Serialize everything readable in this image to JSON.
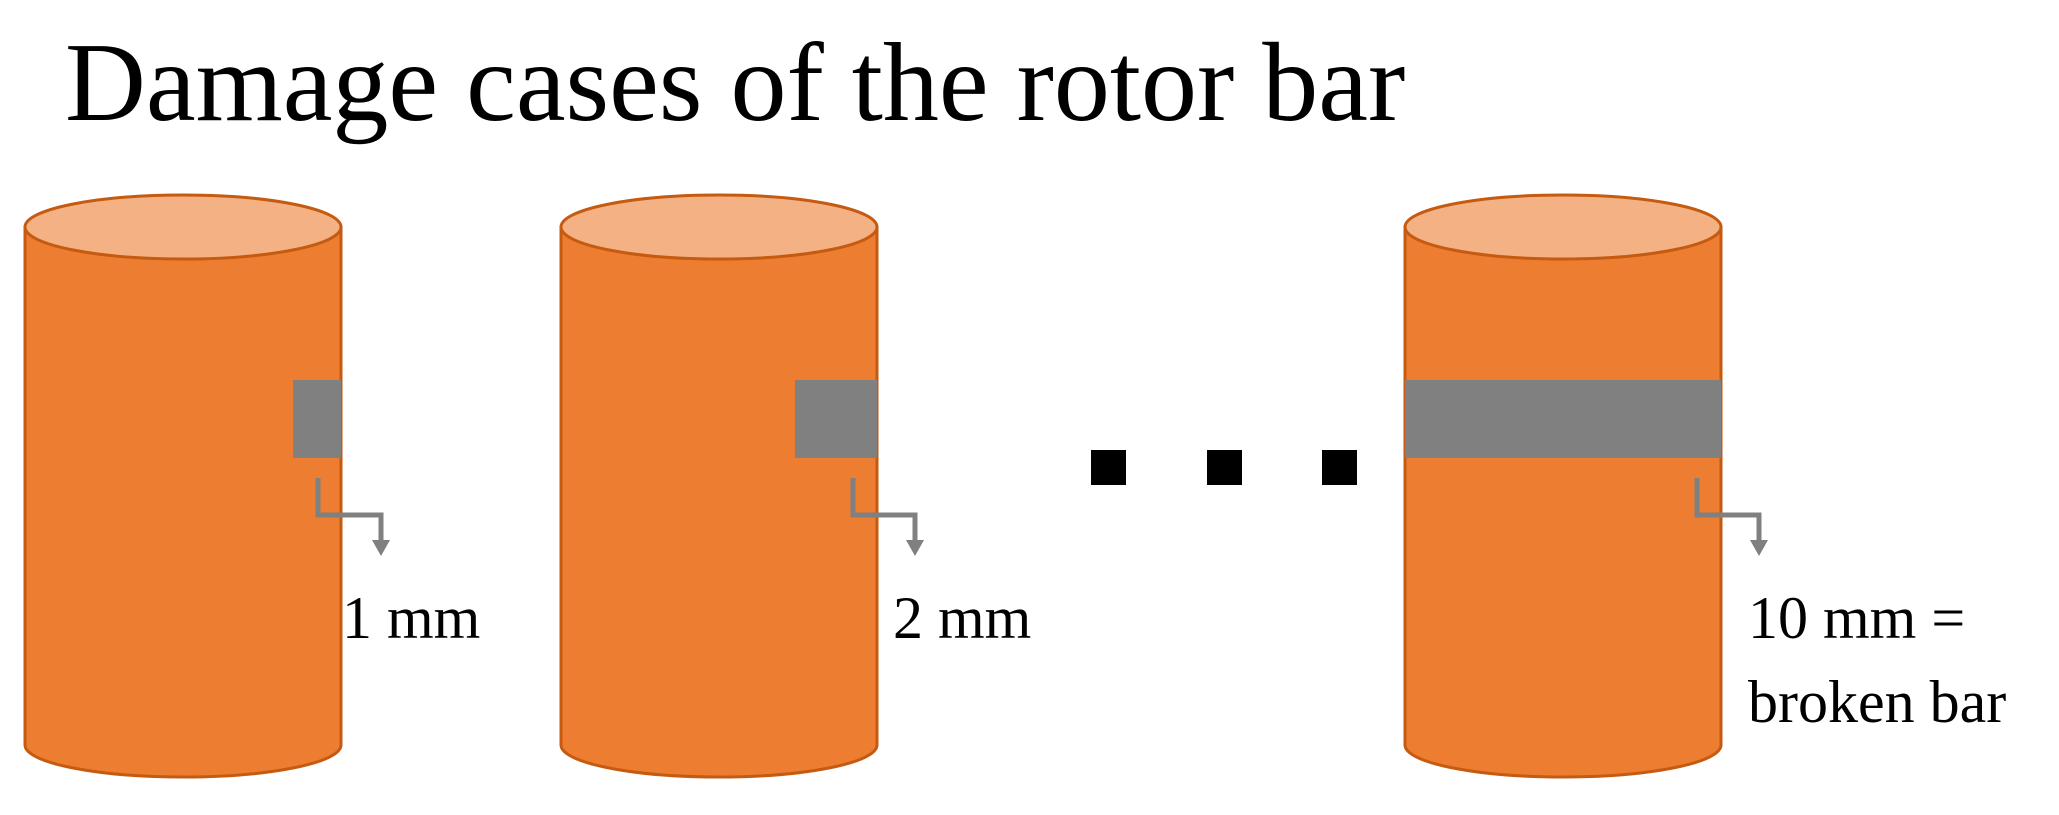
{
  "title": "Damage cases of the rotor bar",
  "colors": {
    "bar_body": "#ED7D31",
    "bar_top": "#F4B183",
    "bar_outline": "#C55A11",
    "damage": "#808080",
    "arrow": "#808080",
    "text": "#000000"
  },
  "cases": [
    {
      "label_lines": [
        "1 mm"
      ],
      "damage_extent_mm": 1
    },
    {
      "label_lines": [
        "2 mm"
      ],
      "damage_extent_mm": 2
    },
    {
      "label_lines": [
        "10 mm =",
        "broken bar"
      ],
      "damage_extent_mm": 10
    }
  ],
  "ellipsis_symbol": "■"
}
